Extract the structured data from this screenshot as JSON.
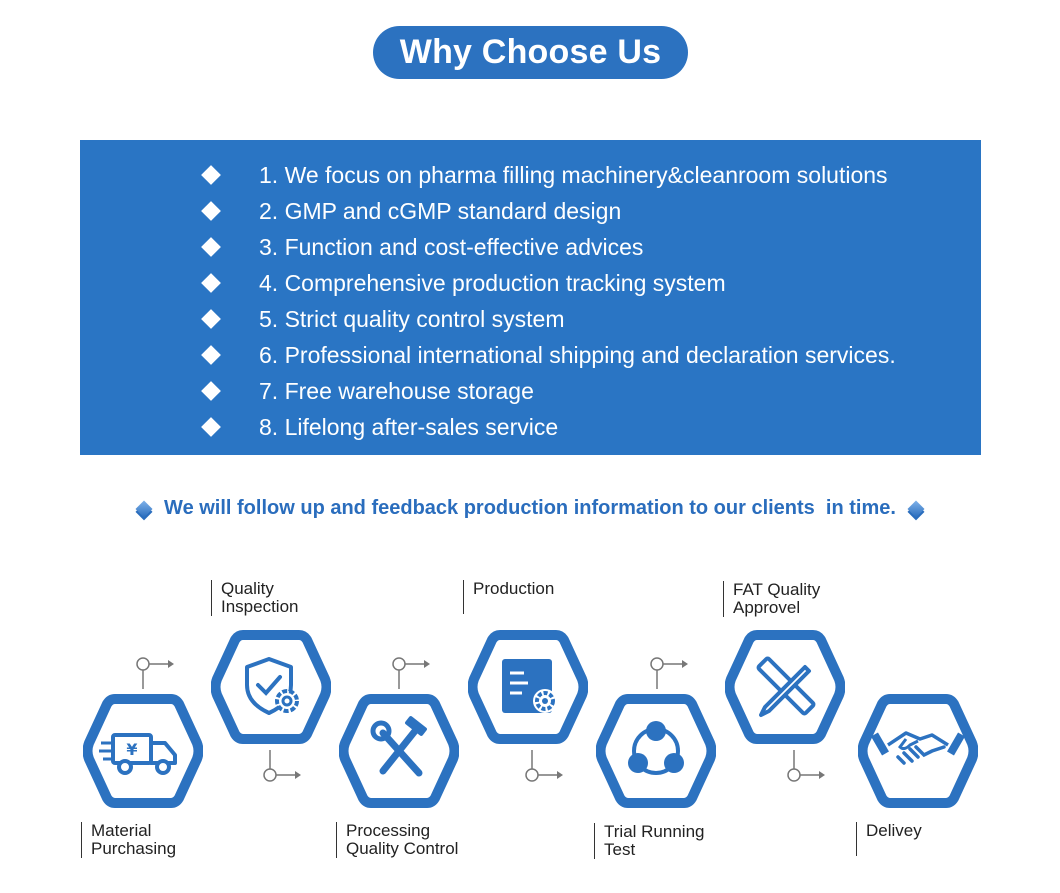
{
  "title": "Why Choose Us",
  "features": [
    "1. We focus on pharma filling machinery&cleanroom solutions",
    "2. GMP and cGMP standard design",
    "3. Function and cost-effective advices",
    "4. Comprehensive production tracking system",
    "5. Strict quality control system",
    "6. Professional international shipping and declaration services.",
    "7. Free warehouse storage",
    "8. Lifelong after-sales service"
  ],
  "follow_up": "We will follow up and feedback production information to our clients  in time.",
  "steps": [
    {
      "label_line1": "Material",
      "label_line2": "Purchasing",
      "icon": "truck-icon"
    },
    {
      "label_line1": "Quality",
      "label_line2": "Inspection",
      "icon": "shield-check-icon"
    },
    {
      "label_line1": "Processing",
      "label_line2": "Quality Control",
      "icon": "tools-icon"
    },
    {
      "label_line1": "Production",
      "label_line2": "",
      "icon": "document-gear-icon"
    },
    {
      "label_line1": "Trial Running",
      "label_line2": "Test",
      "icon": "cycle-nodes-icon"
    },
    {
      "label_line1": "FAT Quality",
      "label_line2": "Approvel",
      "icon": "ruler-pencil-icon"
    },
    {
      "label_line1": "Delivey",
      "label_line2": "",
      "icon": "handshake-icon"
    }
  ],
  "colors": {
    "primary": "#2a75c4",
    "text_blue": "#2a6dbd"
  }
}
